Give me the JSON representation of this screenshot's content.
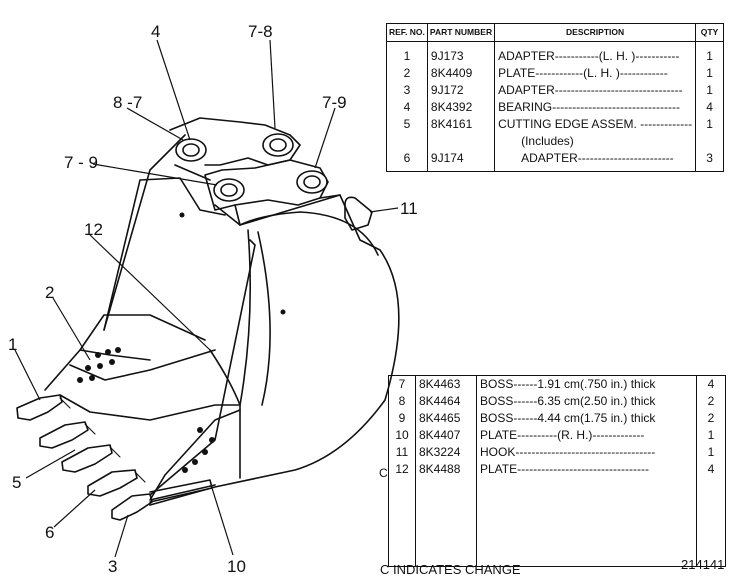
{
  "callouts": {
    "c1": "1",
    "c2": "2",
    "c3": "3",
    "c4": "4",
    "c5": "5",
    "c6": "6",
    "c78": "7-8",
    "c87": "8 -7",
    "c79a": "7-9",
    "c79b": "7 - 9",
    "c10": "10",
    "c11": "11",
    "c12": "12"
  },
  "parts_table_top": {
    "headers": {
      "ref": "REF. NO.",
      "part": "PART NUMBER",
      "desc": "DESCRIPTION",
      "qty": "QTY"
    },
    "rows": [
      {
        "ref": "1",
        "part": "9J173",
        "desc": "ADAPTER-----------(L. H. )-----------",
        "qty": "1"
      },
      {
        "ref": "2",
        "part": "8K4409",
        "desc": "PLATE------------(L. H. )------------",
        "qty": "1"
      },
      {
        "ref": "3",
        "part": "9J172",
        "desc": "ADAPTER--------------------------------",
        "qty": "1"
      },
      {
        "ref": "4",
        "part": "8K4392",
        "desc": "BEARING--------------------------------",
        "qty": "4"
      },
      {
        "ref": "5",
        "part": "8K4161",
        "desc": "CUTTING EDGE ASSEM. -------------",
        "qty": "1"
      },
      {
        "ref": "",
        "part": "",
        "desc": "(Includes)",
        "qty": ""
      },
      {
        "ref": "6",
        "part": "9J174",
        "desc": "ADAPTER------------------------",
        "qty": "3"
      }
    ]
  },
  "parts_table_bottom": {
    "rows": [
      {
        "ref": "7",
        "part": "8K4463",
        "desc": "BOSS------1.91 cm(.750 in.) thick",
        "qty": "4",
        "change": ""
      },
      {
        "ref": "8",
        "part": "8K4464",
        "desc": "BOSS------6.35 cm(2.50 in.) thick",
        "qty": "2",
        "change": ""
      },
      {
        "ref": "9",
        "part": "8K4465",
        "desc": "BOSS------4.44 cm(1.75 in.) thick",
        "qty": "2",
        "change": ""
      },
      {
        "ref": "10",
        "part": "8K4407",
        "desc": "PLATE----------(R. H.)-------------",
        "qty": "1",
        "change": ""
      },
      {
        "ref": "11",
        "part": "8K3224",
        "desc": "HOOK-----------------------------------",
        "qty": "1",
        "change": ""
      },
      {
        "ref": "12",
        "part": "8K4488",
        "desc": "PLATE---------------------------------",
        "qty": "4",
        "change": "C"
      }
    ]
  },
  "footer": {
    "note": "C INDICATES CHANGE",
    "number": "214141"
  }
}
